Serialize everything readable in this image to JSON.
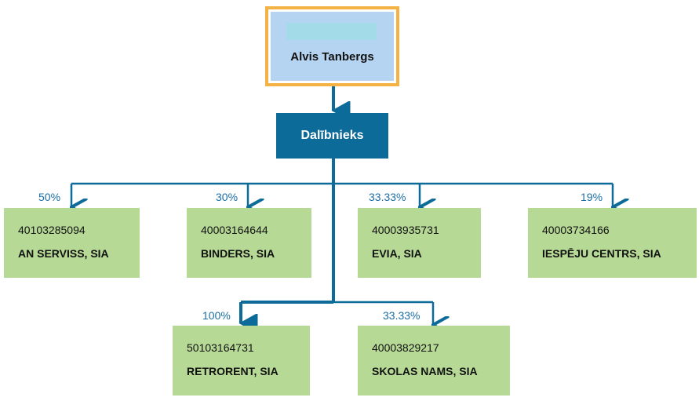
{
  "person": {
    "name": "Alvis Tanbergs"
  },
  "role": {
    "label": "Dalībnieks"
  },
  "colors": {
    "connector": "#0d6b9a",
    "company_fill": "#b7d996",
    "person_border": "#f5b244",
    "person_fill": "#b4d4f1"
  },
  "companies": [
    {
      "reg_no": "40103285094",
      "name": "AN SERVISS, SIA",
      "share": "50%"
    },
    {
      "reg_no": "40003164644",
      "name": "BINDERS, SIA",
      "share": "30%"
    },
    {
      "reg_no": "40003935731",
      "name": "EVIA, SIA",
      "share": "33.33%"
    },
    {
      "reg_no": "40003734166",
      "name": "IESPĒJU CENTRS, SIA",
      "share": "19%"
    },
    {
      "reg_no": "50103164731",
      "name": "RETRORENT, SIA",
      "share": "100%"
    },
    {
      "reg_no": "40003829217",
      "name": "SKOLAS NAMS, SIA",
      "share": "33.33%"
    }
  ]
}
